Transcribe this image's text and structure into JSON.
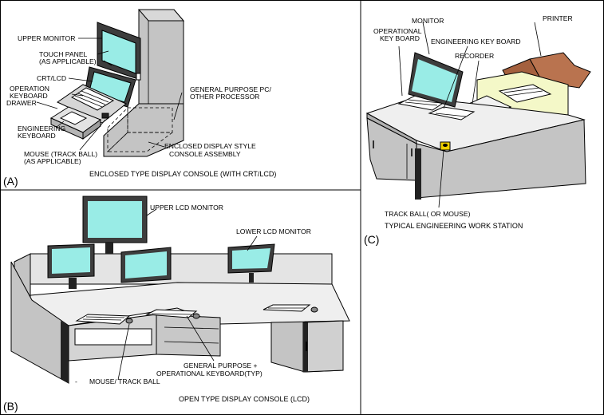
{
  "panel_a": {
    "letter": "(A)",
    "caption": "ENCLOSED TYPE DISPLAY CONSOLE (WITH CRT/LCD)",
    "labels": {
      "upper_monitor": "UPPER MONITOR",
      "touch_panel_1": "TOUCH PANEL",
      "touch_panel_2": "(AS APPLICABLE)",
      "crt_lcd": "CRT/LCD",
      "op_kb_1": "OPERATION",
      "op_kb_2": "KEYBOARD",
      "drawer": "DRAWER",
      "eng_kb_1": "ENGINEERING",
      "eng_kb_2": "KEYBOARD",
      "mouse_1": "MOUSE (TRACK BALL)",
      "mouse_2": "(AS APPLICABLE)",
      "gp_pc_1": "GENERAL PURPOSE PC/",
      "gp_pc_2": "OTHER PROCESSOR",
      "encl_1": "ENCLOSED DISPLAY STYLE",
      "encl_2": "CONSOLE ASSEMBLY"
    }
  },
  "panel_b": {
    "letter": "(B)",
    "caption": "OPEN TYPE DISPLAY CONSOLE (LCD)",
    "labels": {
      "upper_lcd": "UPPER LCD MONITOR",
      "lower_lcd": "LOWER LCD MONITOR",
      "gp_kb_1": "GENERAL PURPOSE +",
      "gp_kb_2": "OPERATIONAL KEYBOARD(TYP)",
      "mouse": "MOUSE/ TRACK BALL",
      "dash": "-"
    }
  },
  "panel_c": {
    "letter": "(C)",
    "caption": "TYPICAL ENGINEERING WORK STATION",
    "labels": {
      "monitor": "MONITOR",
      "printer": "PRINTER",
      "op_kb_1": "OPERATIONAL",
      "op_kb_2": "KEY BOARD",
      "eng_kb": "ENGINEERING KEY BOARD",
      "recorder": "RECORDER",
      "trackball": "TRACK BALL( OR MOUSE)"
    }
  },
  "colors": {
    "screen": "#99ece6",
    "monitor_frame": "#3d3d3d",
    "console_grey": "#c4c4c4",
    "console_dark": "#8a8a8a",
    "desk_top": "#efefef",
    "printer_body": "#f4f8c8",
    "printer_box": "#b9734f",
    "trackball": "#f0d000"
  }
}
